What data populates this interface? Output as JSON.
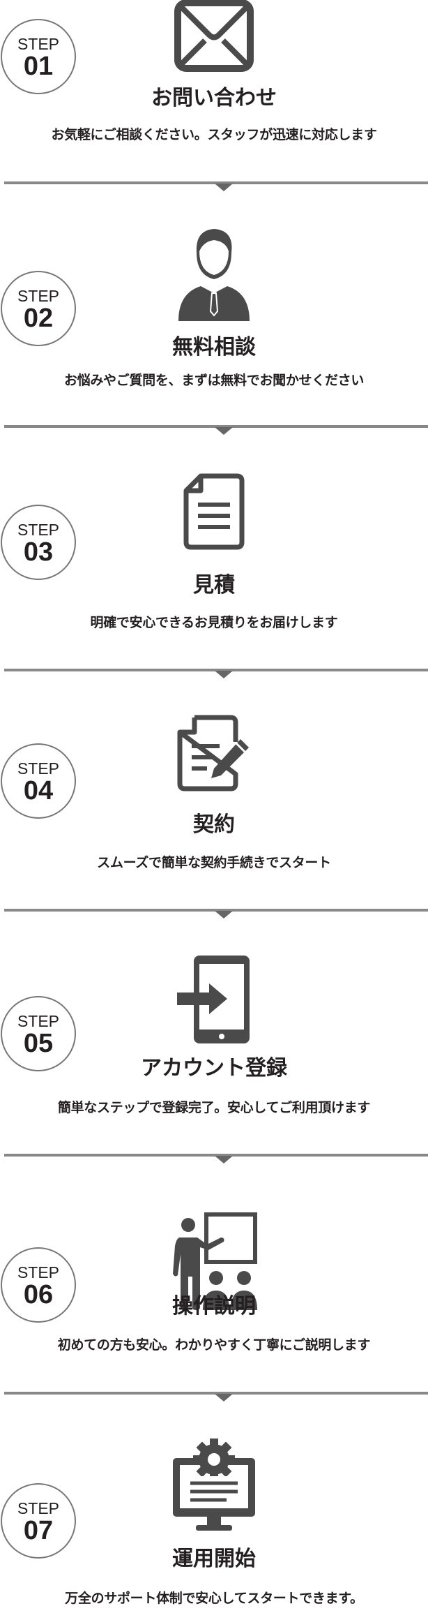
{
  "steps": [
    {
      "label": "STEP",
      "number": "01",
      "icon": "envelope-icon",
      "title": "お問い合わせ",
      "description": "お気軽にご相談ください。スタッフが迅速に対応します"
    },
    {
      "label": "STEP",
      "number": "02",
      "icon": "person-icon",
      "title": "無料相談",
      "description": "お悩みやご質問を、まずは無料でお聞かせください"
    },
    {
      "label": "STEP",
      "number": "03",
      "icon": "document-icon",
      "title": "見積",
      "description": "明確で安心できるお見積りをお届けします"
    },
    {
      "label": "STEP",
      "number": "04",
      "icon": "contract-pen-icon",
      "title": "契約",
      "description": "スムーズで簡単な契約手続きでスタート"
    },
    {
      "label": "STEP",
      "number": "05",
      "icon": "tablet-login-icon",
      "title": "アカウント登録",
      "description": "簡単なステップで登録完了。安心してご利用頂けます"
    },
    {
      "label": "STEP",
      "number": "06",
      "icon": "presentation-icon",
      "title": "操作説明",
      "description": "初めての方も安心。わかりやすく丁寧にご説明します"
    },
    {
      "label": "STEP",
      "number": "07",
      "icon": "monitor-gear-icon",
      "title": "運用開始",
      "description": "万全のサポート体制で安心してスタートできます。"
    }
  ],
  "colors": {
    "icon": "#4a4a4a",
    "divider": "#888888",
    "text": "#231f20"
  }
}
